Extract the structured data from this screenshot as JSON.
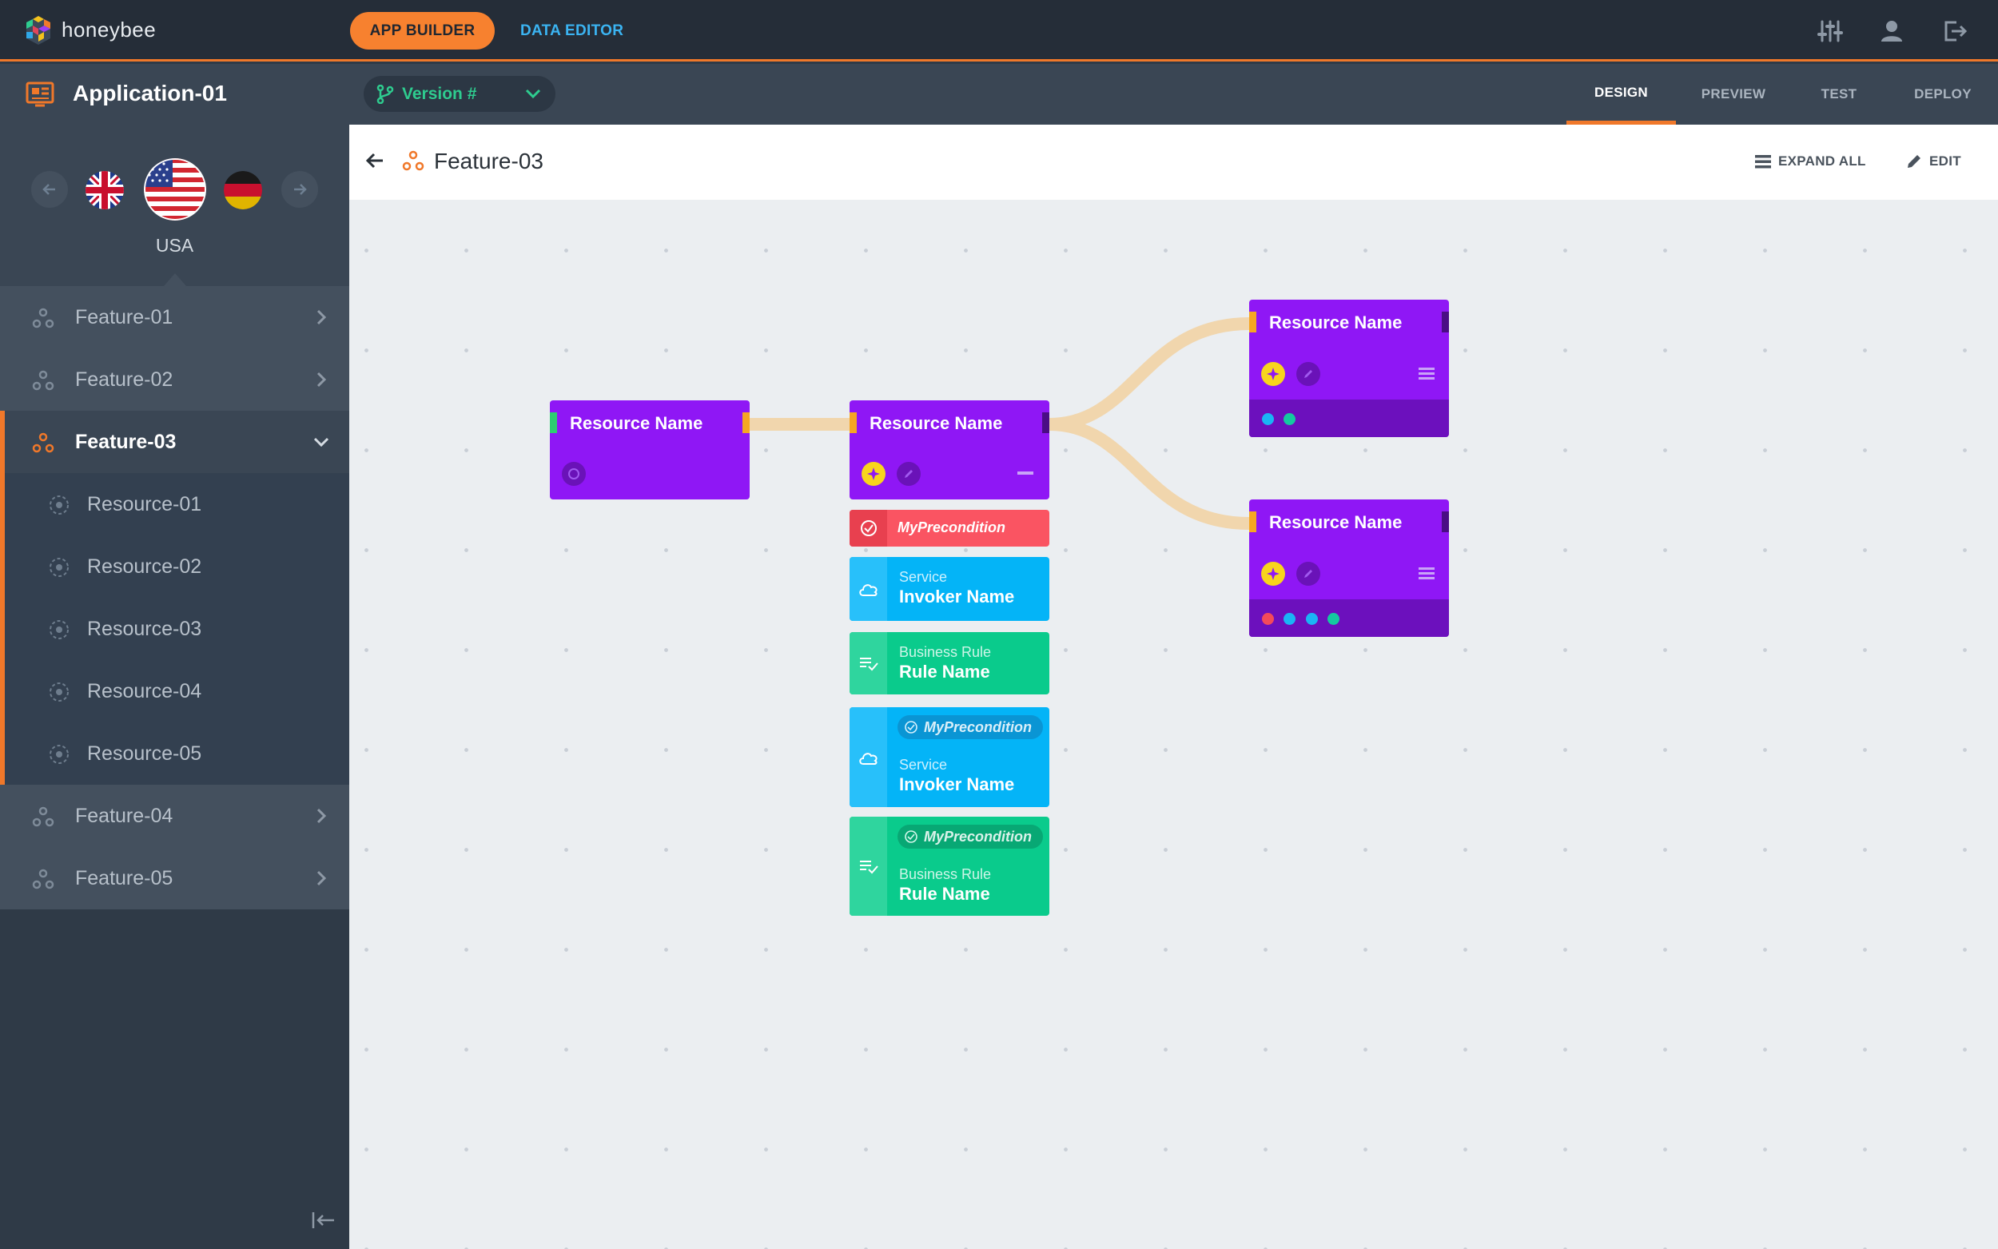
{
  "topbar": {
    "brand": "honeybee",
    "nav_app_builder": "APP BUILDER",
    "nav_data_editor": "DATA EDITOR",
    "icons": [
      "sliders-icon",
      "user-icon",
      "logout-icon"
    ]
  },
  "subbar": {
    "app_title": "Application-01",
    "version_label": "Version #",
    "tabs": [
      {
        "label": "DESIGN",
        "active": true
      },
      {
        "label": "PREVIEW",
        "active": false
      },
      {
        "label": "TEST",
        "active": false
      },
      {
        "label": "DEPLOY",
        "active": false
      }
    ]
  },
  "languages": {
    "selected_label": "USA",
    "flags": [
      "uk-flag",
      "usa-flag",
      "germany-flag"
    ]
  },
  "sidebar": {
    "features": [
      {
        "label": "Feature-01"
      },
      {
        "label": "Feature-02"
      },
      {
        "label": "Feature-03",
        "active": true
      },
      {
        "label": "Feature-04"
      },
      {
        "label": "Feature-05"
      }
    ],
    "resources": [
      {
        "label": "Resource-01"
      },
      {
        "label": "Resource-02"
      },
      {
        "label": "Resource-03"
      },
      {
        "label": "Resource-04"
      },
      {
        "label": "Resource-05"
      }
    ]
  },
  "content": {
    "title": "Feature-03",
    "expand_all": "EXPAND ALL",
    "edit": "EDIT"
  },
  "canvas": {
    "node_title": "Resource Name",
    "precondition": "MyPrecondition",
    "service_label": "Service",
    "invoker_name": "Invoker Name",
    "business_rule_label": "Business Rule",
    "rule_name": "Rule Name"
  },
  "colors": {
    "accent": "#f0782a",
    "node_purple": "#8f17f5",
    "service_blue": "#04b4f7",
    "rule_green": "#0acb8c",
    "precondition_red": "#fa5462",
    "link": "#f1d6ad"
  }
}
